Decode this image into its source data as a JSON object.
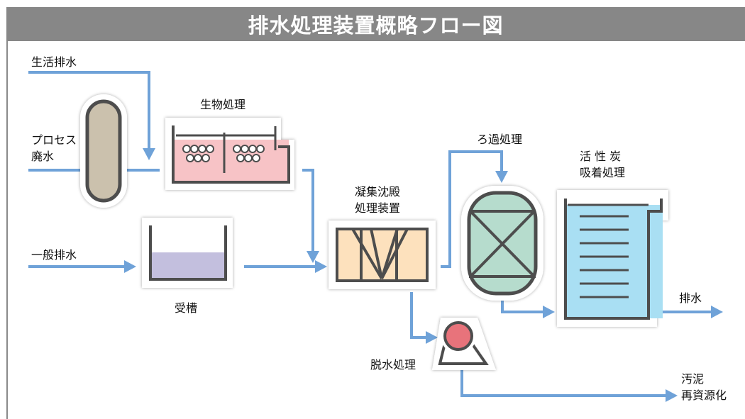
{
  "title": "排水処理装置概略フロー図",
  "labels": {
    "domestic": "生活排水",
    "process_1": "プロセス",
    "process_2": "廃水",
    "general": "一般排水",
    "bio": "生物処理",
    "receiving": "受槽",
    "coag_1": "凝集沈殿",
    "coag_2": "処理装置",
    "filter": "ろ過処理",
    "carbon_1": "活 性 炭",
    "carbon_2": "吸着処理",
    "dewater": "脱水処理",
    "discharge": "排水",
    "sludge_1": "汚泥",
    "sludge_2": "再資源化"
  },
  "colors": {
    "flow_line": "#6fa2d8",
    "header_bg": "#878787",
    "tank_outline": "#4d4d4d",
    "bio_fill": "#f7c3c6",
    "receiving_fill": "#c3bfde",
    "coag_fill": "#fde1bd",
    "filter_fill": "#b6dccd",
    "carbon_fill": "#a9dff3",
    "pump_fill": "#e8737b",
    "column_fill": "#cbc1ad"
  }
}
